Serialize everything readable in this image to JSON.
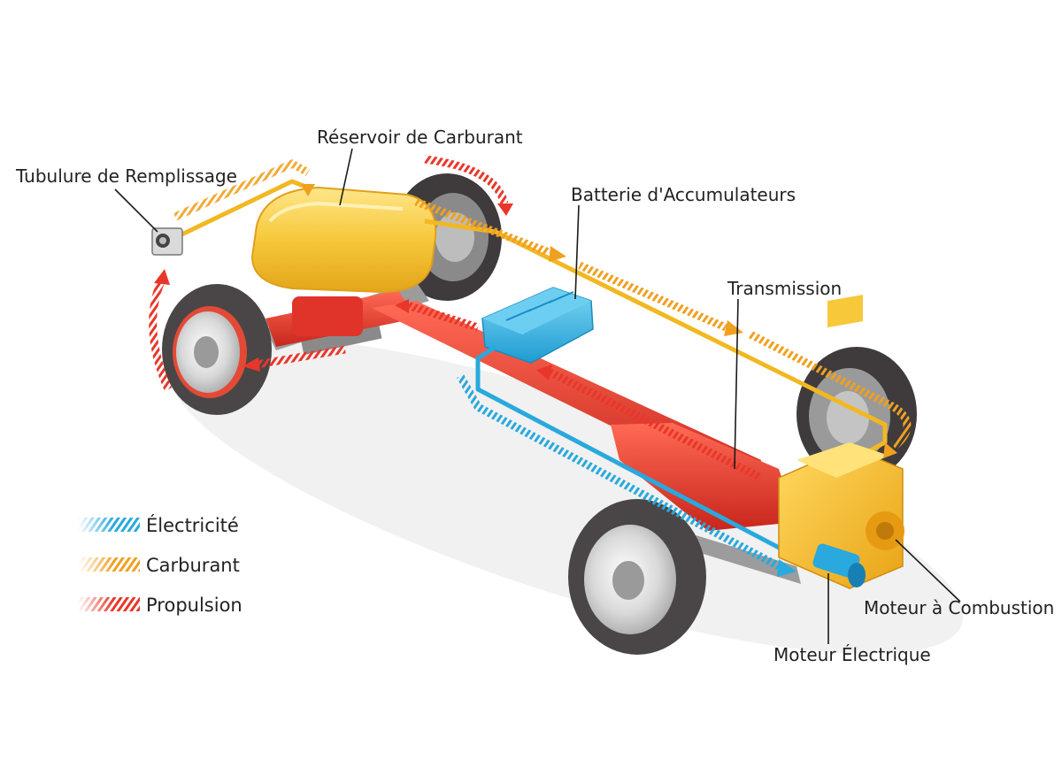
{
  "labels": {
    "filler_pipe": "Tubulure de Remplissage",
    "fuel_tank": "Réservoir de Carburant",
    "battery": "Batterie d'Accumulateurs",
    "transmission": "Transmission",
    "combustion_engine": "Moteur à Combustion",
    "electric_motor": "Moteur Électrique"
  },
  "legend": [
    {
      "label": "Électricité",
      "color": "#1e9fe0",
      "fade": "#cfeaf8"
    },
    {
      "label": "Carburant",
      "color": "#f0a020",
      "fade": "#fbe5c0"
    },
    {
      "label": "Propulsion",
      "color": "#e8372a",
      "fade": "#f9cfc8"
    }
  ],
  "colors": {
    "fuel": "#f2b822",
    "fuel_dark": "#d99412",
    "electric": "#29a9dd",
    "propulsion": "#e0342a",
    "tire": "#4a4648",
    "rim": "#d8d8d8"
  }
}
